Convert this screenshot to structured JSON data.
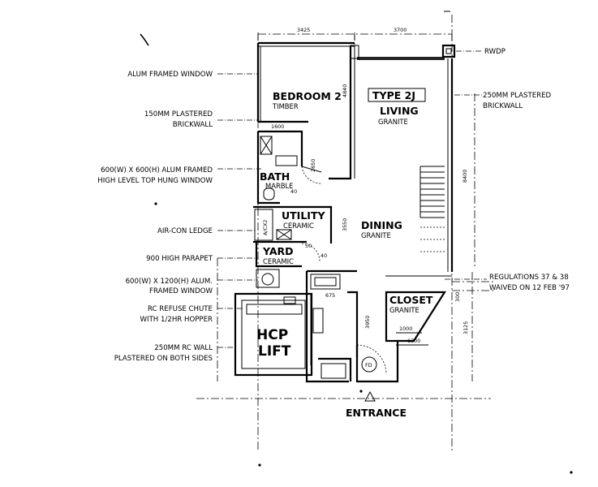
{
  "labels": {
    "alum_window": "ALUM FRAMED WINDOW",
    "wall150_l1": "150MM PLASTERED",
    "wall150_l2": "BRICKWALL",
    "hl_window_l1": "600(W) X 600(H) ALUM FRAMED",
    "hl_window_l2": "HIGH LEVEL TOP HUNG WINDOW",
    "aircon_ledge": "AIR-CON LEDGE",
    "parapet": "900 HIGH PARAPET",
    "alum_window2_l1": "600(W) X 1200(H) ALUM.",
    "alum_window2_l2": "FRAMED WINDOW",
    "refuse_l1": "RC REFUSE CHUTE",
    "refuse_l2": "WITH 1/2HR HOPPER",
    "rcwall_l1": "250MM RC WALL",
    "rcwall_l2": "PLASTERED ON BOTH SIDES",
    "rwdp": "RWDP",
    "wall250_l1": "250MM PLASTERED",
    "wall250_l2": "BRICKWALL",
    "reg_l1": "REGULATIONS 37 & 38",
    "reg_l2": "WAIVED ON 12 FEB '97"
  },
  "rooms": {
    "bedroom2": "BEDROOM 2",
    "bedroom2_mat": "TIMBER",
    "type": "TYPE 2J",
    "living": "LIVING",
    "living_mat": "GRANITE",
    "bath": "BATH",
    "bath_mat": "MARBLE",
    "utility": "UTILITY",
    "utility_mat": "CERAMIC",
    "dining": "DINING",
    "dining_mat": "GRANITE",
    "yard": "YARD",
    "yard_mat": "CERAMIC",
    "closet": "CLOSET",
    "closet_mat": "GRANITE",
    "lift_l1": "HCP",
    "lift_l2": "LIFT",
    "acx": "A/CX2",
    "fd": "FD",
    "entrance": "ENTRANCE"
  },
  "dims": {
    "top_left": "3425",
    "top_right": "3700",
    "bed_depth": "4840",
    "bath_width": "1600",
    "bath_depth": "2650",
    "dining_depth": "3550",
    "right_depth": "8400",
    "lower_depth": "3950",
    "closet_h": "300",
    "closet_right": "3125",
    "closet_w1": "1000",
    "closet_w2": "1300",
    "bath_door": "40",
    "yard_door": "40",
    "utility_door": "50",
    "corridor": "675"
  }
}
